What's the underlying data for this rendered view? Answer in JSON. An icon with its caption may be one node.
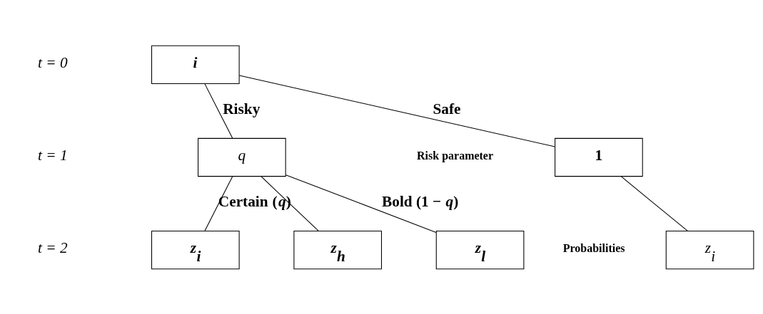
{
  "diagram": {
    "nodes": [
      {
        "text": [
          "i"
        ]
      },
      {
        "text": [
          "q"
        ]
      },
      {
        "text": [
          "1"
        ]
      },
      {
        "text": [
          "z$_{i}$"
        ]
      },
      {
        "text": [
          "z$_{h}$"
        ]
      },
      {
        "text": [
          "z$_{l}$"
        ]
      },
      {
        "text": [
          "z$_{i}$"
        ]
      }
    ],
    "edges": [
      {
        "from": 0,
        "to": 1,
        "arrow": "none",
        "label": "Risky"
      },
      {
        "from": 0,
        "to": 2,
        "arrow": "none",
        "label": "Safe"
      },
      {
        "from": 1,
        "to": 3,
        "arrow": "none",
        "label": "**Certain** (*q*)"
      },
      {
        "from": 1,
        "to": 4,
        "arrow": "none"
      },
      {
        "from": 1,
        "to": 5,
        "arrow": "none",
        "label": "**Bold** (1 − *q*)"
      },
      {
        "from": 2,
        "to": 6,
        "arrow": "none"
      }
    ],
    "labels": [
      "t = 0",
      "t = 1",
      "t = 2",
      "Risk parameter",
      "Probabilities"
    ]
  }
}
